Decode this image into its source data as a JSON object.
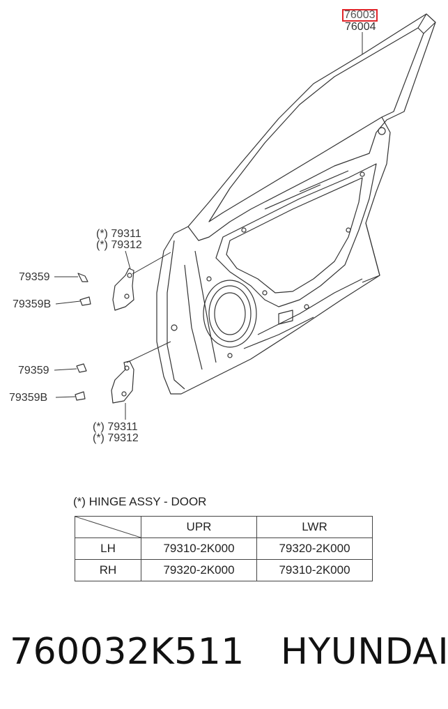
{
  "callouts": {
    "door_assy_highlighted": "76003",
    "door_assy": "76004",
    "hinge_upper_a": "(*) 79311",
    "hinge_upper_b": "(*) 79312",
    "bolt_upper_1": "79359",
    "bolt_upper_2": "79359B",
    "bolt_lower_1": "79359",
    "bolt_lower_2": "79359B",
    "hinge_lower_a": "(*) 79311",
    "hinge_lower_b": "(*) 79312"
  },
  "note": "(*) HINGE ASSY - DOOR",
  "table": {
    "header": [
      "",
      "UPR",
      "LWR"
    ],
    "rows": [
      [
        "LH",
        "79310-2K000",
        "79320-2K000"
      ],
      [
        "RH",
        "79320-2K000",
        "79310-2K000"
      ]
    ]
  },
  "footer": {
    "part_number": "760032K511",
    "brand": "HYUNDAI"
  },
  "colors": {
    "highlight": "#e0262b",
    "line": "#333333"
  }
}
